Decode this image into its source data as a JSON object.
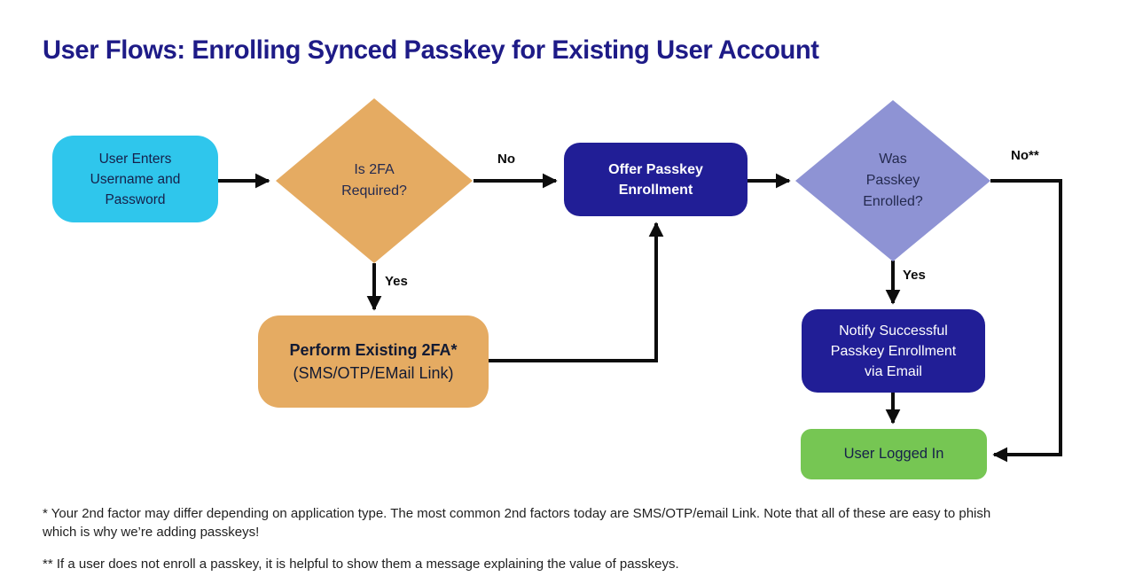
{
  "title": "User Flows: Enrolling Synced Passkey for Existing User Account",
  "colors": {
    "navy": "#211e96",
    "cyan": "#2fc6ec",
    "orange": "#e5ab62",
    "purple": "#8e93d4",
    "green": "#76c653",
    "title": "#1e1b87",
    "ink": "#0d0d0d"
  },
  "nodes": {
    "start": {
      "lines": [
        "User Enters",
        "Username and",
        "Password"
      ]
    },
    "is2fa": {
      "lines": [
        "Is 2FA",
        "Required?"
      ]
    },
    "offer": {
      "lines": [
        "Offer Passkey",
        "Enrollment"
      ]
    },
    "perform": {
      "line1": "Perform Existing 2FA*",
      "line2": "(SMS/OTP/EMail Link)"
    },
    "was": {
      "lines": [
        "Was",
        "Passkey",
        "Enrolled?"
      ]
    },
    "notify": {
      "lines": [
        "Notify Successful",
        "Passkey Enrollment",
        "via Email"
      ]
    },
    "logged": {
      "label": "User Logged In"
    }
  },
  "edge_labels": {
    "no_2fa": "No",
    "yes_2fa": "Yes",
    "no_passkey": "No**",
    "yes_passkey": "Yes"
  },
  "footnotes": {
    "note1_lines": [
      "* Your 2nd factor may differ depending on application type. The most common 2nd factors today are SMS/OTP/email Link. Note that all of these are easy to phish",
      "which is why we’re adding passkeys!"
    ],
    "note2": "** If a user does not enroll a passkey, it is helpful to show them a message explaining the value of passkeys."
  }
}
